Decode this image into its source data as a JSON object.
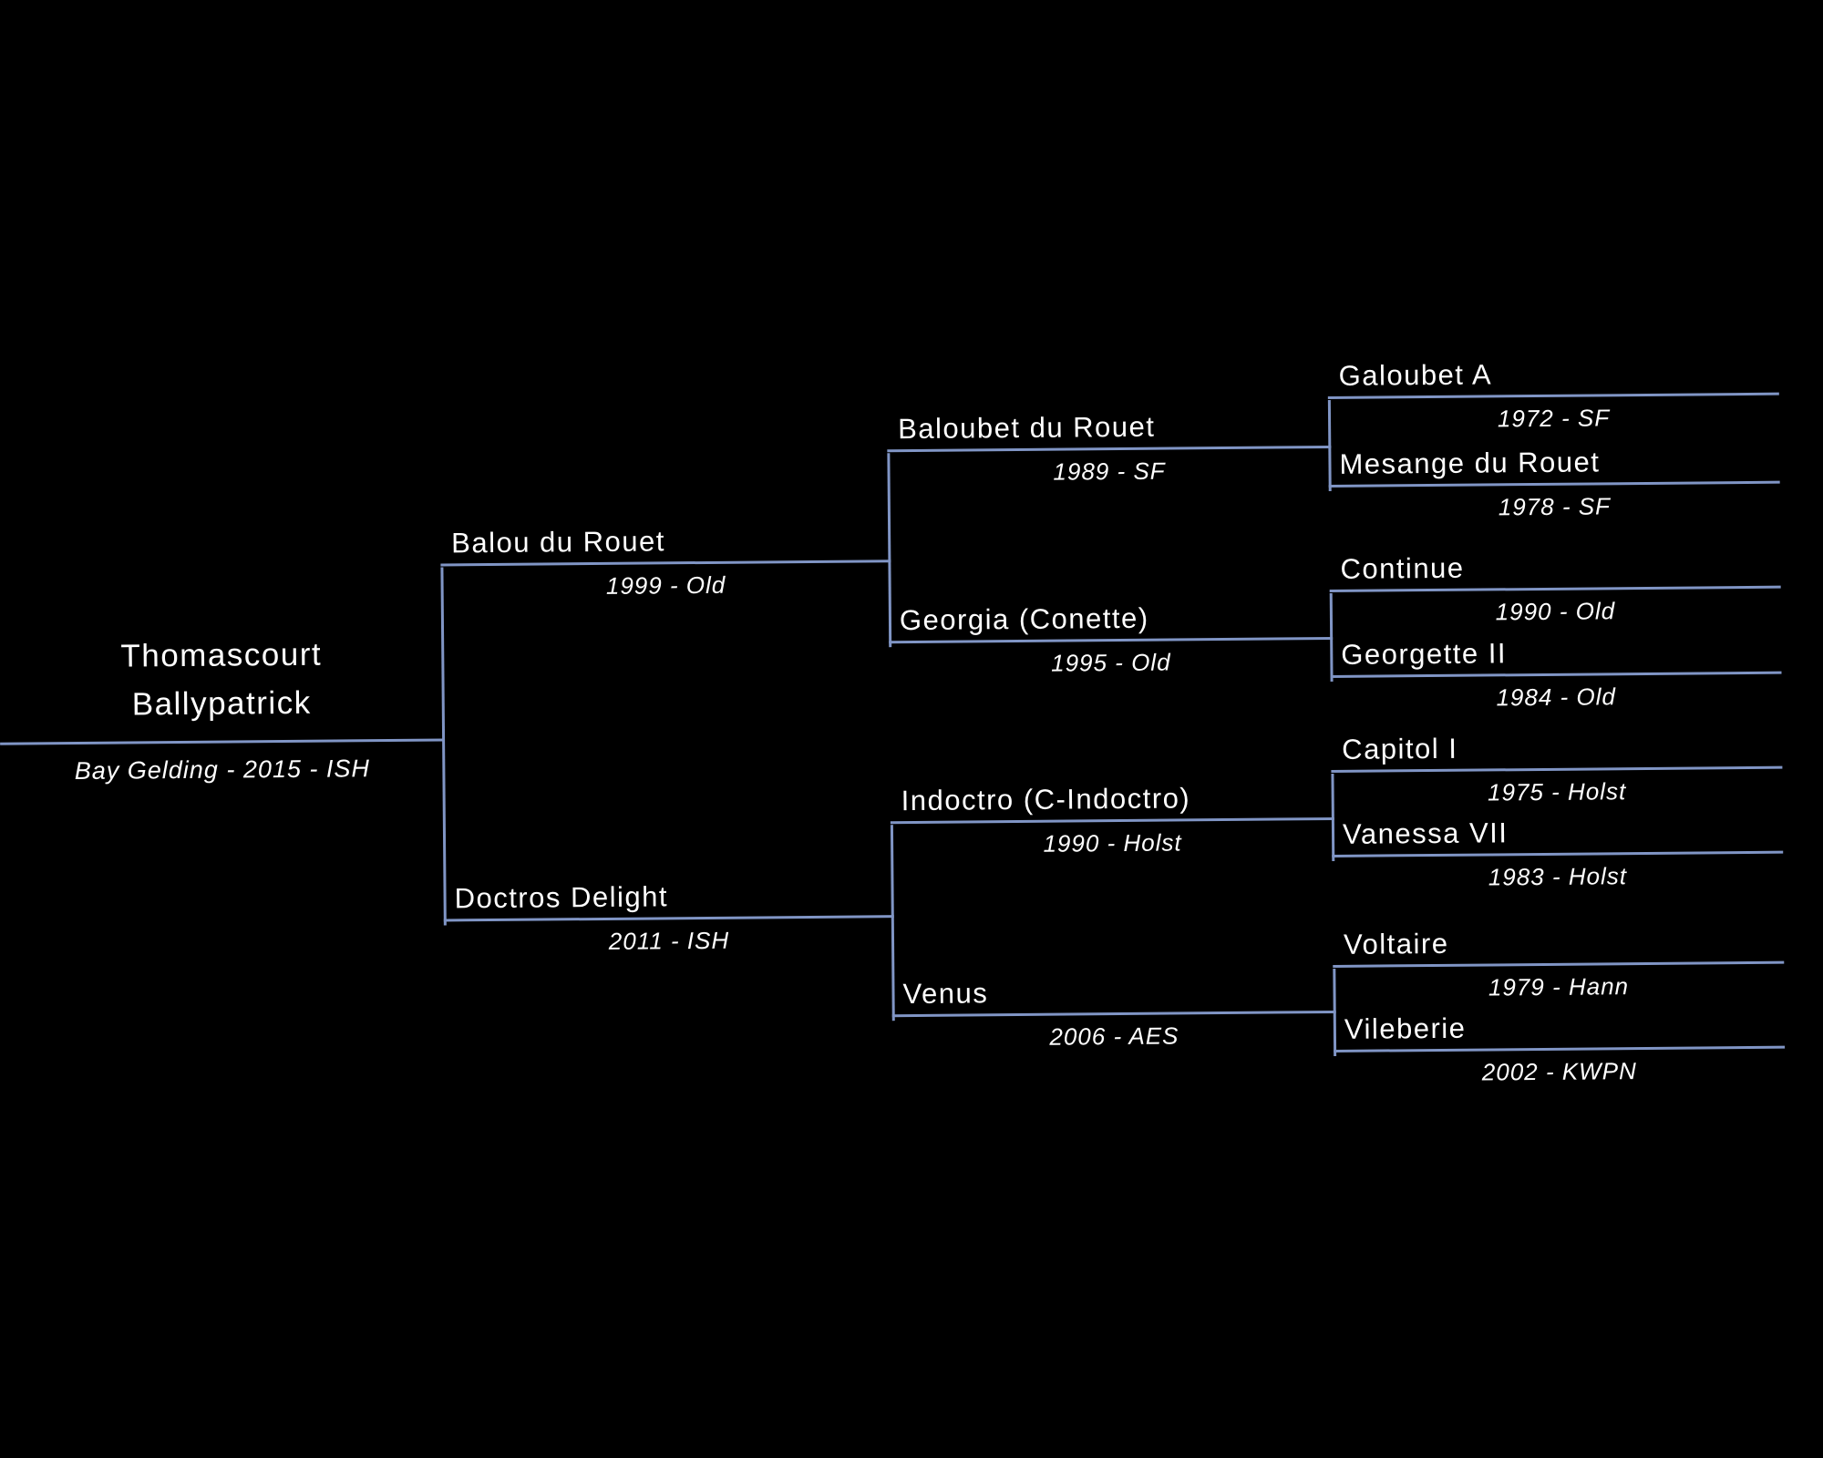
{
  "theme": {
    "background": "#000000",
    "line_color": "#8095c5",
    "text_color": "#ffffff"
  },
  "subject": {
    "name_line1": "Thomascourt",
    "name_line2": "Ballypatrick",
    "detail": "Bay Gelding - 2015 - ISH"
  },
  "tree": {
    "nodes": [
      {
        "name": "Balou du Rouet",
        "detail": "1999 - Old"
      },
      {
        "name": "Doctros Delight",
        "detail": "2011 - ISH"
      },
      {
        "name": "Baloubet du Rouet",
        "detail": "1989 - SF"
      },
      {
        "name": "Georgia (Conette)",
        "detail": "1995 - Old"
      },
      {
        "name": "Indoctro (C-Indoctro)",
        "detail": "1990 - Holst"
      },
      {
        "name": "Venus",
        "detail": "2006 - AES"
      },
      {
        "name": "Galoubet A",
        "detail": "1972 - SF"
      },
      {
        "name": "Mesange du Rouet",
        "detail": "1978 - SF"
      },
      {
        "name": "Continue",
        "detail": "1990 - Old"
      },
      {
        "name": "Georgette II",
        "detail": "1984 - Old"
      },
      {
        "name": "Capitol I",
        "detail": "1975 - Holst"
      },
      {
        "name": "Vanessa VII",
        "detail": "1983 - Holst"
      },
      {
        "name": "Voltaire",
        "detail": "1979 - Hann"
      },
      {
        "name": "Vileberie",
        "detail": "2002 - KWPN"
      }
    ]
  }
}
